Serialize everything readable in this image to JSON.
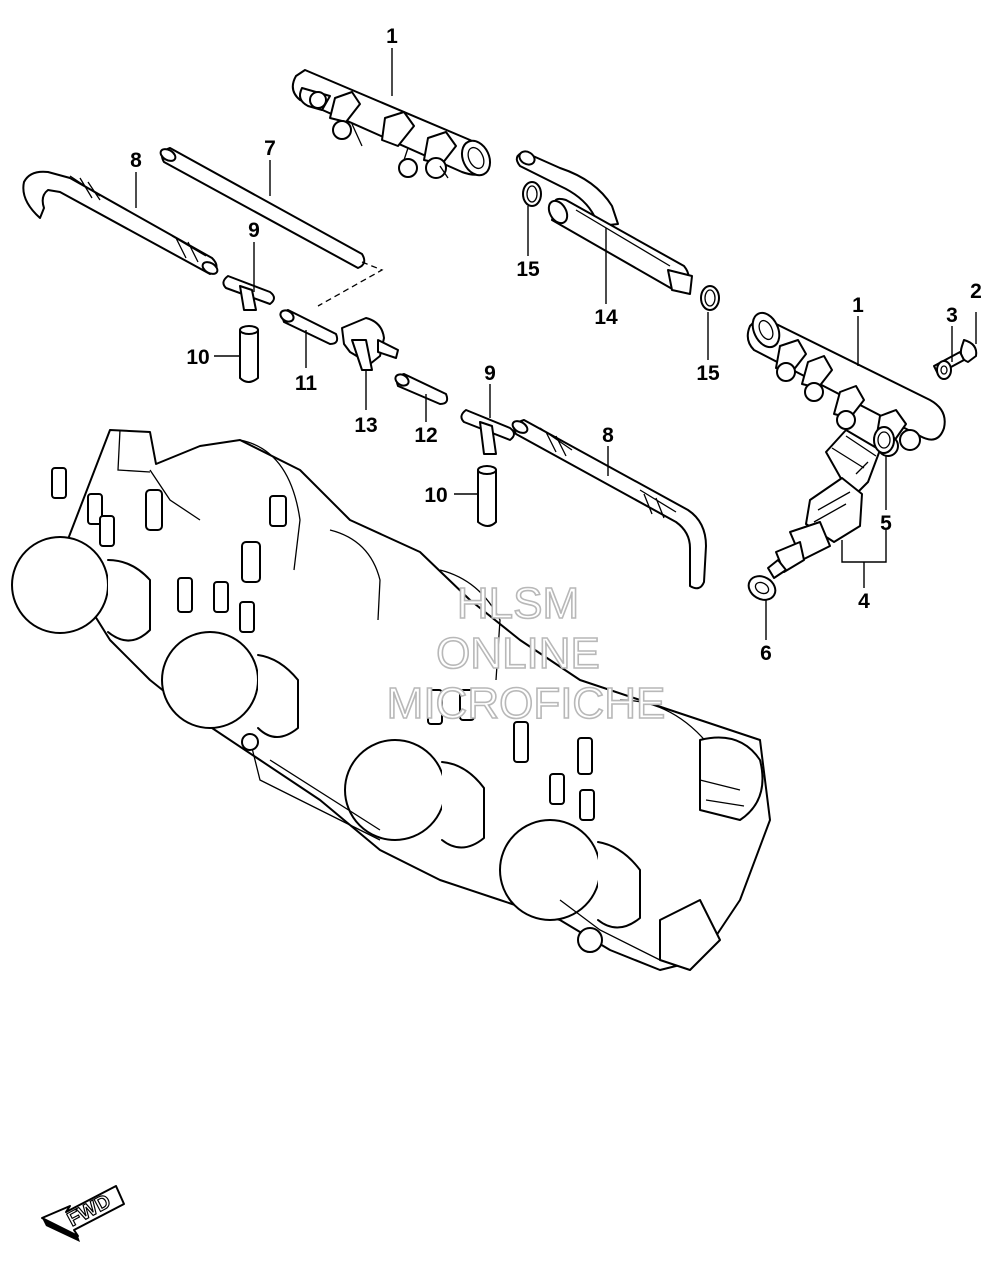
{
  "callouts": {
    "c1a": "1",
    "c1b": "1",
    "c2": "2",
    "c3": "3",
    "c4": "4",
    "c5": "5",
    "c6": "6",
    "c7": "7",
    "c8a": "8",
    "c8b": "8",
    "c9a": "9",
    "c9b": "9",
    "c10a": "10",
    "c10b": "10",
    "c11": "11",
    "c12": "12",
    "c13": "13",
    "c14": "14",
    "c15a": "15",
    "c15b": "15"
  },
  "watermark": {
    "line1": "HLSM",
    "line2": "ONLINE",
    "line3": "MICROFICHE"
  },
  "direction_arrow": {
    "label": "FWD",
    "icon": "fwd-arrow-icon"
  },
  "colors": {
    "line": "#000000",
    "background": "#ffffff",
    "watermark": "#b8b8b8"
  }
}
